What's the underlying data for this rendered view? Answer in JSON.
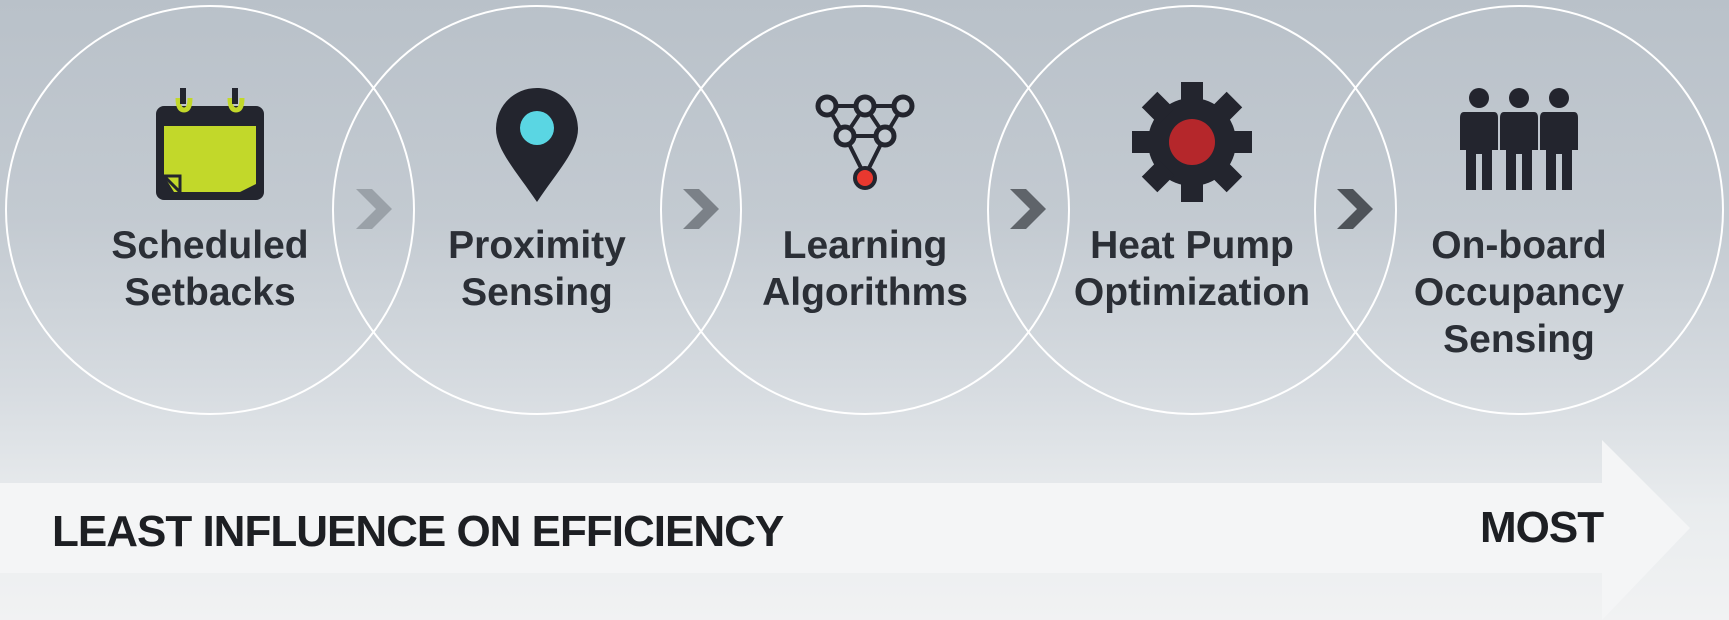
{
  "steps": [
    {
      "line1": "Scheduled",
      "line2": "Setbacks",
      "line3": "",
      "icon": "calendar-icon"
    },
    {
      "line1": "Proximity",
      "line2": "Sensing",
      "line3": "",
      "icon": "location-pin-icon"
    },
    {
      "line1": "Learning",
      "line2": "Algorithms",
      "line3": "",
      "icon": "neural-network-icon"
    },
    {
      "line1": "Heat Pump",
      "line2": "Optimization",
      "line3": "",
      "icon": "gear-icon"
    },
    {
      "line1": "On-board",
      "line2": "Occupancy",
      "line3": "Sensing",
      "icon": "people-icon"
    }
  ],
  "scale": {
    "least_label": "LEAST INFLUENCE ON EFFICIENCY",
    "most_label": "MOST"
  },
  "colors": {
    "icon_dark": "#23252e",
    "calendar_fill": "#c2d82a",
    "pin_dot": "#5ad6e3",
    "node_red": "#e8382f",
    "gear_center": "#b5272b",
    "chevron_light": "#9aa1a8",
    "chevron_dark": "#4e5359"
  }
}
